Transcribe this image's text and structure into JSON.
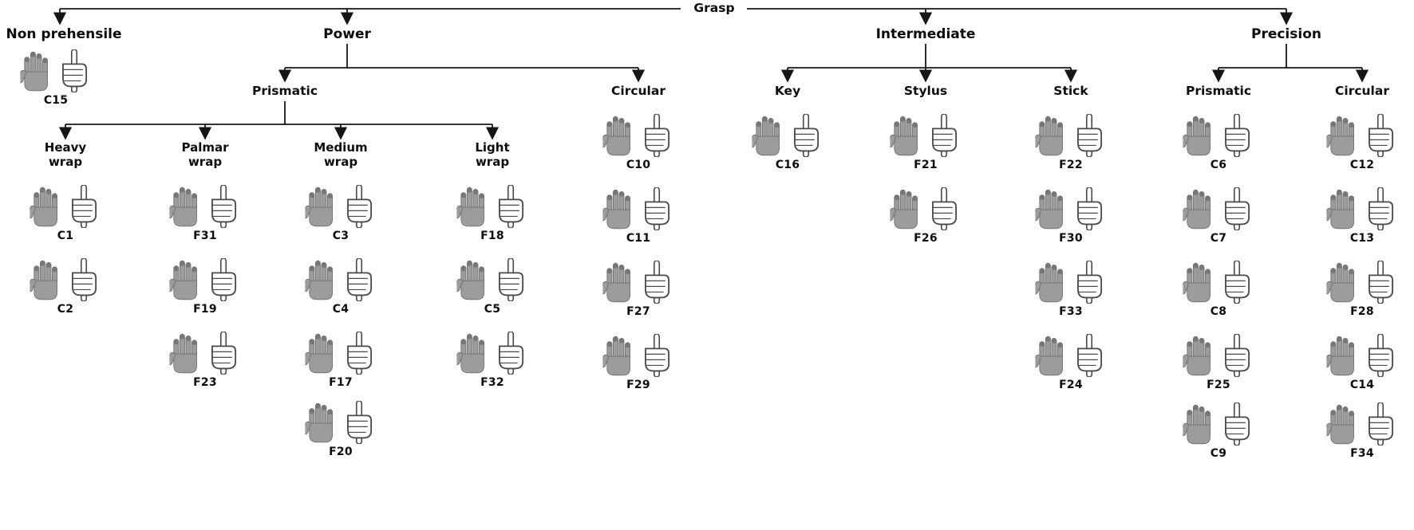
{
  "title": "Grasp",
  "level1": {
    "non_prehensile": "Non prehensile",
    "power": "Power",
    "intermediate": "Intermediate",
    "precision": "Precision"
  },
  "level2": {
    "power_prismatic": "Prismatic",
    "power_circular": "Circular",
    "key": "Key",
    "stylus": "Stylus",
    "stick": "Stick",
    "precision_prismatic": "Prismatic",
    "precision_circular": "Circular"
  },
  "level3": {
    "heavy_wrap": "Heavy wrap",
    "palmar_wrap": "Palmar wrap",
    "medium_wrap": "Medium wrap",
    "light_wrap": "Light wrap"
  },
  "columns": {
    "non_prehensile": [
      "C15"
    ],
    "heavy_wrap": [
      "C1",
      "C2"
    ],
    "palmar_wrap": [
      "F31",
      "F19",
      "F23"
    ],
    "medium_wrap": [
      "C3",
      "C4",
      "F17",
      "F20"
    ],
    "light_wrap": [
      "F18",
      "C5",
      "F32"
    ],
    "power_circular": [
      "C10",
      "C11",
      "F27",
      "F29"
    ],
    "key": [
      "C16"
    ],
    "stylus": [
      "F21",
      "F26"
    ],
    "stick": [
      "F22",
      "F30",
      "F33",
      "F24"
    ],
    "precision_prismatic": [
      "C6",
      "C7",
      "C8",
      "F25",
      "C9"
    ],
    "precision_circular": [
      "C12",
      "C13",
      "F28",
      "C14",
      "F34"
    ]
  },
  "icons": {
    "shaded_hand": "shaded-hand-icon",
    "grasping_hand": "grasping-hand-icon"
  },
  "colors": {
    "line": "#161616",
    "shaded_hand": "#9c9c9c",
    "outline_hand": "#4a4a4a"
  }
}
